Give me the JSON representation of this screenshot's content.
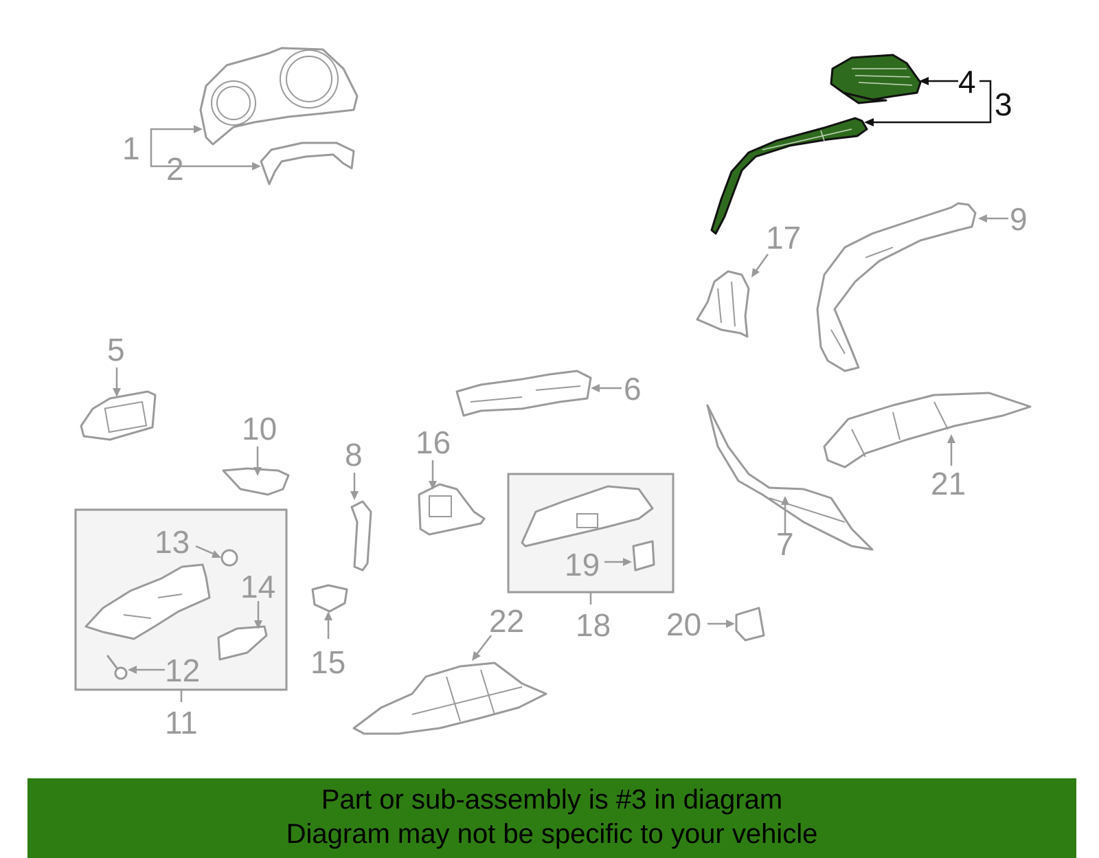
{
  "callouts": {
    "c1": "1",
    "c2": "2",
    "c3": "3",
    "c4": "4",
    "c5": "5",
    "c6": "6",
    "c7": "7",
    "c8": "8",
    "c9": "9",
    "c10": "10",
    "c11": "11",
    "c12": "12",
    "c13": "13",
    "c14": "14",
    "c15": "15",
    "c16": "16",
    "c17": "17",
    "c18": "18",
    "c19": "19",
    "c20": "20",
    "c21": "21",
    "c22": "22"
  },
  "highlighted_part": "3",
  "colors": {
    "part_stroke": "#9a9a9a",
    "highlight_fill": "#2f6b1e",
    "highlight_stroke": "#111111",
    "banner_background": "#2e7d12",
    "group_box_fill": "#f4f4f4"
  },
  "banner": {
    "line1": "Part or sub-assembly is #3 in diagram",
    "line2": "Diagram may not be specific to your vehicle"
  }
}
